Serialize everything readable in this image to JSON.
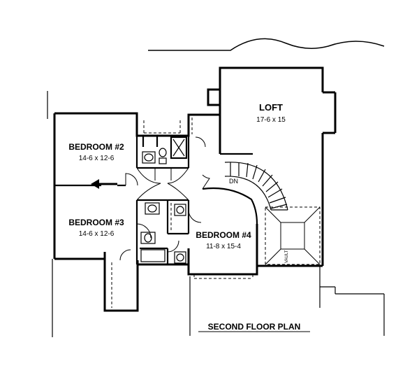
{
  "plan": {
    "title": "SECOND FLOOR PLAN",
    "rooms": [
      {
        "name": "LOFT",
        "size": "17-6 x 15"
      },
      {
        "name": "BEDROOM #2",
        "size": "14-6 x 12-6"
      },
      {
        "name": "BEDROOM #3",
        "size": "14-6 x 12-6"
      },
      {
        "name": "BEDROOM #4",
        "size": "11-8 x 15-4"
      }
    ],
    "stair_label": "DN",
    "vault_label": "VAULT"
  }
}
